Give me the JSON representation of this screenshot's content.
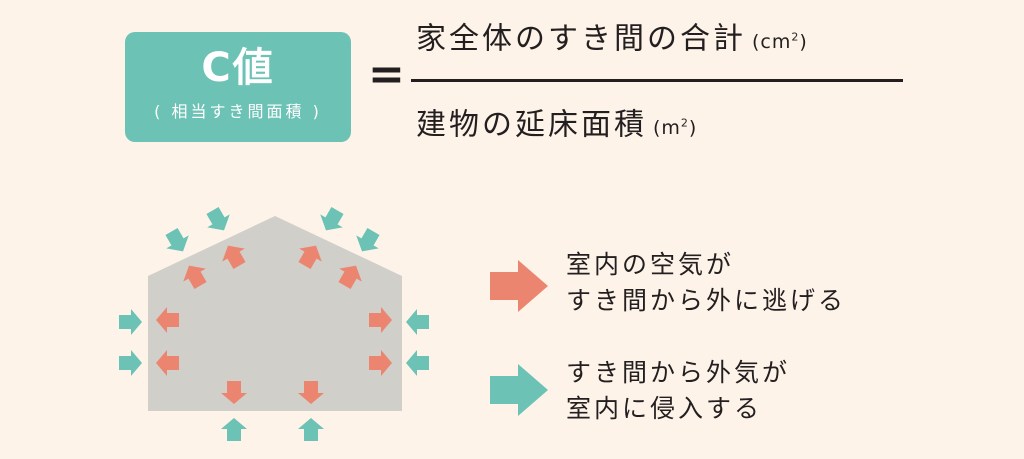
{
  "badge": {
    "title": "C値",
    "subtitle": "( 相当すき間面積 )"
  },
  "formula": {
    "equals": "=",
    "numerator": "家全体のすき間の合計",
    "numerator_unit": "(cm",
    "numerator_unit_sup": "2",
    "numerator_unit_close": ")",
    "denominator": "建物の延床面積",
    "denominator_unit": "(m",
    "denominator_unit_sup": "2",
    "denominator_unit_close": ")"
  },
  "legend": [
    {
      "line1": "室内の空気が",
      "line2": "すき間から外に逃げる",
      "color": "#ec8570"
    },
    {
      "line1": "すき間から外気が",
      "line2": "室内に侵入する",
      "color": "#6cc2b5"
    }
  ],
  "colors": {
    "house": "#d0cfca",
    "outflow": "#ec8570",
    "inflow": "#6cc2b5",
    "accent": "#6cc2b5"
  }
}
